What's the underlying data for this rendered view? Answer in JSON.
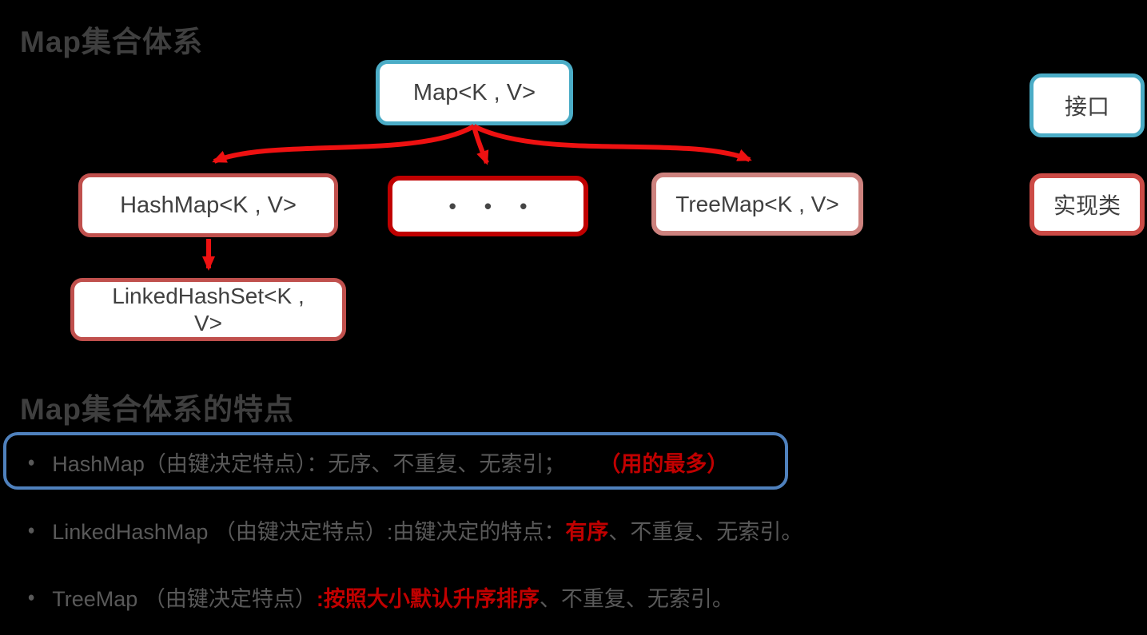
{
  "headings": {
    "title": "Map集合体系",
    "features_title": "Map集合体系的特点"
  },
  "diagram": {
    "map_label": "Map<K , V>",
    "hashmap_label": "HashMap<K , V>",
    "dots_label": "• • •",
    "treemap_label": "TreeMap<K , V>",
    "linkedhashset_line1": "LinkedHashSet<K ,",
    "linkedhashset_line2": "V>",
    "legend_interface": "接口",
    "legend_class": "实现类"
  },
  "bullets": [
    {
      "marker": "●",
      "lead": "HashMap（由键决定特点）：无序、不重复、无索引；",
      "red": "（用的最多）",
      "tail": ""
    },
    {
      "marker": "●",
      "lead": "LinkedHashMap （由键决定特点）:由键决定的特点：",
      "red": "有序",
      "tail": "、不重复、无索引。"
    },
    {
      "marker": "●",
      "lead": "TreeMap （由键决定特点）",
      "red": ":按照大小默认升序排序",
      "tail": "、不重复、无索引。"
    }
  ],
  "colors": {
    "background": "#000000",
    "interface_border": "#4BACC6",
    "class_border": "#C0504D",
    "treemap_border": "#CD827E",
    "dots_border": "#C00000",
    "legend_class_border": "#CC4B46",
    "feature_box_border": "#4F81BD",
    "arrow": "#EE1111",
    "node_text": "#404040",
    "heading_text": "#3F3F3F",
    "bullet_text": "#595959",
    "highlight_text": "#C00000"
  }
}
